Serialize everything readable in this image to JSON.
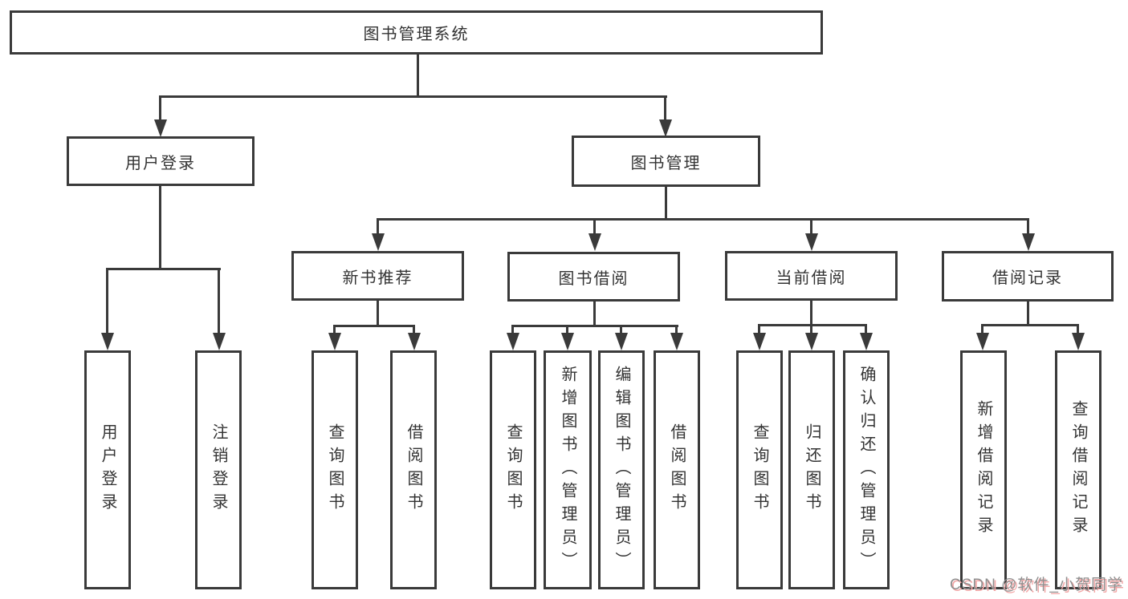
{
  "diagram": {
    "root": {
      "label": "图书管理系统"
    },
    "branches": [
      {
        "label": "用户登录",
        "children": [
          {
            "label": "用户登录"
          },
          {
            "label": "注销登录"
          }
        ]
      },
      {
        "label": "图书管理",
        "children": [
          {
            "label": "新书推荐",
            "children": [
              {
                "label": "查询图书"
              },
              {
                "label": "借阅图书"
              }
            ]
          },
          {
            "label": "图书借阅",
            "children": [
              {
                "label": "查询图书"
              },
              {
                "label": "新增图书（管理员）"
              },
              {
                "label": "编辑图书（管理员）"
              },
              {
                "label": "借阅图书"
              }
            ]
          },
          {
            "label": "当前借阅",
            "children": [
              {
                "label": "查询图书"
              },
              {
                "label": "归还图书"
              },
              {
                "label": "确认归还（管理员）"
              }
            ]
          },
          {
            "label": "借阅记录",
            "children": [
              {
                "label": "新增借阅记录"
              },
              {
                "label": "查询借阅记录"
              }
            ]
          }
        ]
      }
    ]
  },
  "watermark": {
    "text": "CSDN @软件_小贺同学"
  },
  "colors": {
    "line": "#3a3a3a",
    "text": "#333333",
    "watermark_text": "#8f8f8f",
    "watermark_shadow": "#f2a6a6"
  }
}
